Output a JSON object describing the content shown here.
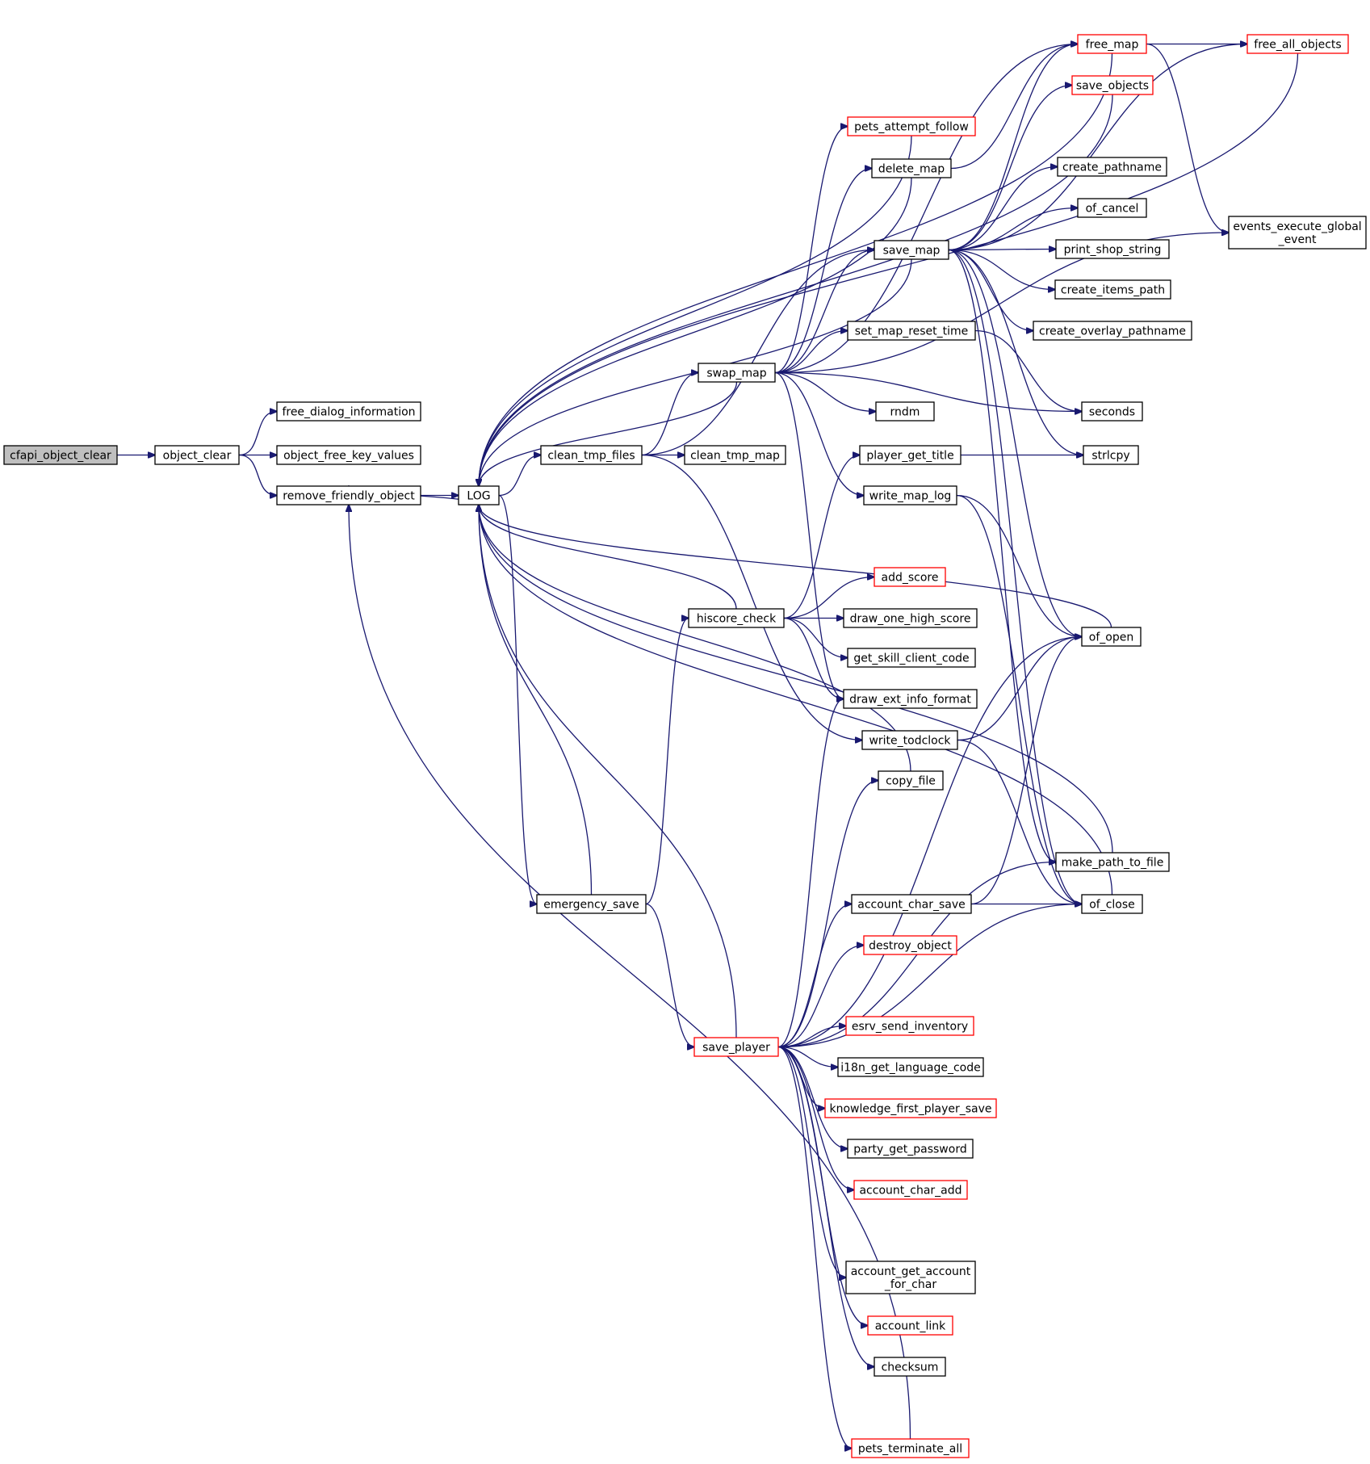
{
  "diagram": {
    "colors": {
      "edge": "#191970",
      "box_border": "#000000",
      "incomplete_border": "#ff0000",
      "root_fill": "#bfbfbf"
    },
    "nodes": [
      {
        "id": "cfapi_object_clear",
        "label": "cfapi_object_clear",
        "style": "root"
      },
      {
        "id": "object_clear",
        "label": "object_clear",
        "style": "normal"
      },
      {
        "id": "free_dialog_information",
        "label": "free_dialog_information",
        "style": "normal"
      },
      {
        "id": "object_free_key_values",
        "label": "object_free_key_values",
        "style": "normal"
      },
      {
        "id": "remove_friendly_object",
        "label": "remove_friendly_object",
        "style": "normal"
      },
      {
        "id": "LOG",
        "label": "LOG",
        "style": "normal"
      },
      {
        "id": "clean_tmp_files",
        "label": "clean_tmp_files",
        "style": "normal"
      },
      {
        "id": "clean_tmp_map",
        "label": "clean_tmp_map",
        "style": "normal"
      },
      {
        "id": "emergency_save",
        "label": "emergency_save",
        "style": "normal"
      },
      {
        "id": "swap_map",
        "label": "swap_map",
        "style": "normal"
      },
      {
        "id": "hiscore_check",
        "label": "hiscore_check",
        "style": "normal"
      },
      {
        "id": "save_player",
        "label": "save_player",
        "style": "red"
      },
      {
        "id": "pets_attempt_follow",
        "label": "pets_attempt_follow",
        "style": "red"
      },
      {
        "id": "delete_map",
        "label": "delete_map",
        "style": "normal"
      },
      {
        "id": "save_map",
        "label": "save_map",
        "style": "normal"
      },
      {
        "id": "set_map_reset_time",
        "label": "set_map_reset_time",
        "style": "normal"
      },
      {
        "id": "rndm",
        "label": "rndm",
        "style": "normal"
      },
      {
        "id": "player_get_title",
        "label": "player_get_title",
        "style": "normal"
      },
      {
        "id": "write_map_log",
        "label": "write_map_log",
        "style": "normal"
      },
      {
        "id": "add_score",
        "label": "add_score",
        "style": "red"
      },
      {
        "id": "draw_one_high_score",
        "label": "draw_one_high_score",
        "style": "normal"
      },
      {
        "id": "get_skill_client_code",
        "label": "get_skill_client_code",
        "style": "normal"
      },
      {
        "id": "draw_ext_info_format",
        "label": "draw_ext_info_format",
        "style": "normal"
      },
      {
        "id": "write_todclock",
        "label": "write_todclock",
        "style": "normal"
      },
      {
        "id": "copy_file",
        "label": "copy_file",
        "style": "normal"
      },
      {
        "id": "account_char_save",
        "label": "account_char_save",
        "style": "normal"
      },
      {
        "id": "destroy_object",
        "label": "destroy_object",
        "style": "red"
      },
      {
        "id": "esrv_send_inventory",
        "label": "esrv_send_inventory",
        "style": "red"
      },
      {
        "id": "i18n_get_language_code",
        "label": "i18n_get_language_code",
        "style": "normal"
      },
      {
        "id": "knowledge_first_player_save",
        "label": "knowledge_first_player_save",
        "style": "red"
      },
      {
        "id": "party_get_password",
        "label": "party_get_password",
        "style": "normal"
      },
      {
        "id": "account_char_add",
        "label": "account_char_add",
        "style": "red"
      },
      {
        "id": "account_get_account_for_char",
        "label": "account_get_account\n_for_char",
        "style": "normal"
      },
      {
        "id": "account_link",
        "label": "account_link",
        "style": "red"
      },
      {
        "id": "checksum",
        "label": "checksum",
        "style": "normal"
      },
      {
        "id": "pets_terminate_all",
        "label": "pets_terminate_all",
        "style": "red"
      },
      {
        "id": "free_map",
        "label": "free_map",
        "style": "red"
      },
      {
        "id": "save_objects",
        "label": "save_objects",
        "style": "red"
      },
      {
        "id": "create_pathname",
        "label": "create_pathname",
        "style": "normal"
      },
      {
        "id": "of_cancel",
        "label": "of_cancel",
        "style": "normal"
      },
      {
        "id": "print_shop_string",
        "label": "print_shop_string",
        "style": "normal"
      },
      {
        "id": "create_items_path",
        "label": "create_items_path",
        "style": "normal"
      },
      {
        "id": "create_overlay_pathname",
        "label": "create_overlay_pathname",
        "style": "normal"
      },
      {
        "id": "seconds",
        "label": "seconds",
        "style": "normal"
      },
      {
        "id": "strlcpy",
        "label": "strlcpy",
        "style": "normal"
      },
      {
        "id": "of_open",
        "label": "of_open",
        "style": "normal"
      },
      {
        "id": "make_path_to_file",
        "label": "make_path_to_file",
        "style": "normal"
      },
      {
        "id": "of_close",
        "label": "of_close",
        "style": "normal"
      },
      {
        "id": "free_all_objects",
        "label": "free_all_objects",
        "style": "red"
      },
      {
        "id": "events_execute_global_event",
        "label": "events_execute_global\n_event",
        "style": "normal"
      }
    ],
    "edges": [
      [
        "cfapi_object_clear",
        "object_clear"
      ],
      [
        "object_clear",
        "free_dialog_information"
      ],
      [
        "object_clear",
        "object_free_key_values"
      ],
      [
        "object_clear",
        "remove_friendly_object"
      ],
      [
        "remove_friendly_object",
        "LOG"
      ],
      [
        "LOG",
        "clean_tmp_files"
      ],
      [
        "LOG",
        "emergency_save"
      ],
      [
        "LOG",
        "remove_friendly_object"
      ],
      [
        "clean_tmp_files",
        "clean_tmp_map"
      ],
      [
        "clean_tmp_files",
        "swap_map"
      ],
      [
        "clean_tmp_files",
        "save_map"
      ],
      [
        "clean_tmp_files",
        "write_todclock"
      ],
      [
        "emergency_save",
        "hiscore_check"
      ],
      [
        "emergency_save",
        "save_player"
      ],
      [
        "emergency_save",
        "LOG"
      ],
      [
        "swap_map",
        "pets_attempt_follow"
      ],
      [
        "swap_map",
        "delete_map"
      ],
      [
        "swap_map",
        "save_map"
      ],
      [
        "swap_map",
        "set_map_reset_time"
      ],
      [
        "swap_map",
        "seconds"
      ],
      [
        "swap_map",
        "rndm"
      ],
      [
        "swap_map",
        "write_map_log"
      ],
      [
        "swap_map",
        "draw_ext_info_format"
      ],
      [
        "swap_map",
        "events_execute_global_event"
      ],
      [
        "swap_map",
        "free_map"
      ],
      [
        "swap_map",
        "LOG"
      ],
      [
        "hiscore_check",
        "add_score"
      ],
      [
        "hiscore_check",
        "draw_one_high_score"
      ],
      [
        "hiscore_check",
        "get_skill_client_code"
      ],
      [
        "hiscore_check",
        "draw_ext_info_format"
      ],
      [
        "hiscore_check",
        "player_get_title"
      ],
      [
        "hiscore_check",
        "LOG"
      ],
      [
        "save_player",
        "pets_terminate_all"
      ],
      [
        "save_player",
        "checksum"
      ],
      [
        "save_player",
        "account_link"
      ],
      [
        "save_player",
        "account_get_account_for_char"
      ],
      [
        "save_player",
        "account_char_add"
      ],
      [
        "save_player",
        "party_get_password"
      ],
      [
        "save_player",
        "knowledge_first_player_save"
      ],
      [
        "save_player",
        "i18n_get_language_code"
      ],
      [
        "save_player",
        "esrv_send_inventory"
      ],
      [
        "save_player",
        "destroy_object"
      ],
      [
        "save_player",
        "account_char_save"
      ],
      [
        "save_player",
        "copy_file"
      ],
      [
        "save_player",
        "draw_ext_info_format"
      ],
      [
        "save_player",
        "make_path_to_file"
      ],
      [
        "save_player",
        "of_open"
      ],
      [
        "save_player",
        "of_close"
      ],
      [
        "save_player",
        "LOG"
      ],
      [
        "pets_attempt_follow",
        "LOG"
      ],
      [
        "delete_map",
        "free_map"
      ],
      [
        "delete_map",
        "LOG"
      ],
      [
        "save_map",
        "free_map"
      ],
      [
        "save_map",
        "save_objects"
      ],
      [
        "save_map",
        "free_all_objects"
      ],
      [
        "save_map",
        "create_pathname"
      ],
      [
        "save_map",
        "of_cancel"
      ],
      [
        "save_map",
        "print_shop_string"
      ],
      [
        "save_map",
        "create_items_path"
      ],
      [
        "save_map",
        "create_overlay_pathname"
      ],
      [
        "save_map",
        "strlcpy"
      ],
      [
        "save_map",
        "of_open"
      ],
      [
        "save_map",
        "make_path_to_file"
      ],
      [
        "save_map",
        "of_close"
      ],
      [
        "save_map",
        "LOG"
      ],
      [
        "set_map_reset_time",
        "seconds"
      ],
      [
        "player_get_title",
        "strlcpy"
      ],
      [
        "write_map_log",
        "of_open"
      ],
      [
        "write_map_log",
        "of_close"
      ],
      [
        "write_todclock",
        "of_open"
      ],
      [
        "write_todclock",
        "of_close"
      ],
      [
        "copy_file",
        "LOG"
      ],
      [
        "account_char_save",
        "of_open"
      ],
      [
        "account_char_save",
        "of_close"
      ],
      [
        "free_map",
        "free_all_objects"
      ],
      [
        "free_map",
        "events_execute_global_event"
      ],
      [
        "free_map",
        "LOG"
      ],
      [
        "save_objects",
        "LOG"
      ],
      [
        "free_all_objects",
        "LOG"
      ],
      [
        "of_open",
        "LOG"
      ],
      [
        "make_path_to_file",
        "LOG"
      ],
      [
        "pets_terminate_all",
        "remove_friendly_object"
      ],
      [
        "of_close",
        "LOG"
      ]
    ]
  }
}
